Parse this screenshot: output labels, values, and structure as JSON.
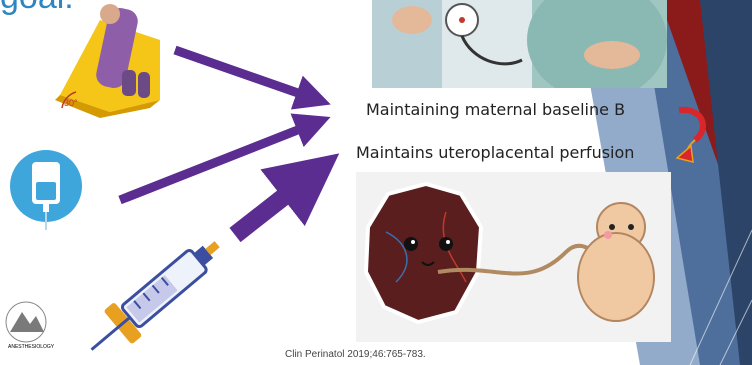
{
  "slide": {
    "title": "goal:",
    "statement_1": "Maintaining maternal baseline B",
    "statement_2": "Maintains uteroplacental perfusion",
    "citation": "Clin Perinatol 2019;46:765-783.",
    "wedge_angle_label": "30°",
    "logo_text": "ANESTHESIOLOGY"
  },
  "colors": {
    "title": "#2e86c1",
    "arrow": "#5b2d91",
    "cycle_arrow": "#d9262b",
    "background": "#ffffff"
  },
  "icons": [
    "wedge-pillow-illustration",
    "iv-bag-icon",
    "syringe-icon",
    "blood-pressure-photo",
    "placenta-illustration",
    "fetus-illustration",
    "department-logo"
  ]
}
